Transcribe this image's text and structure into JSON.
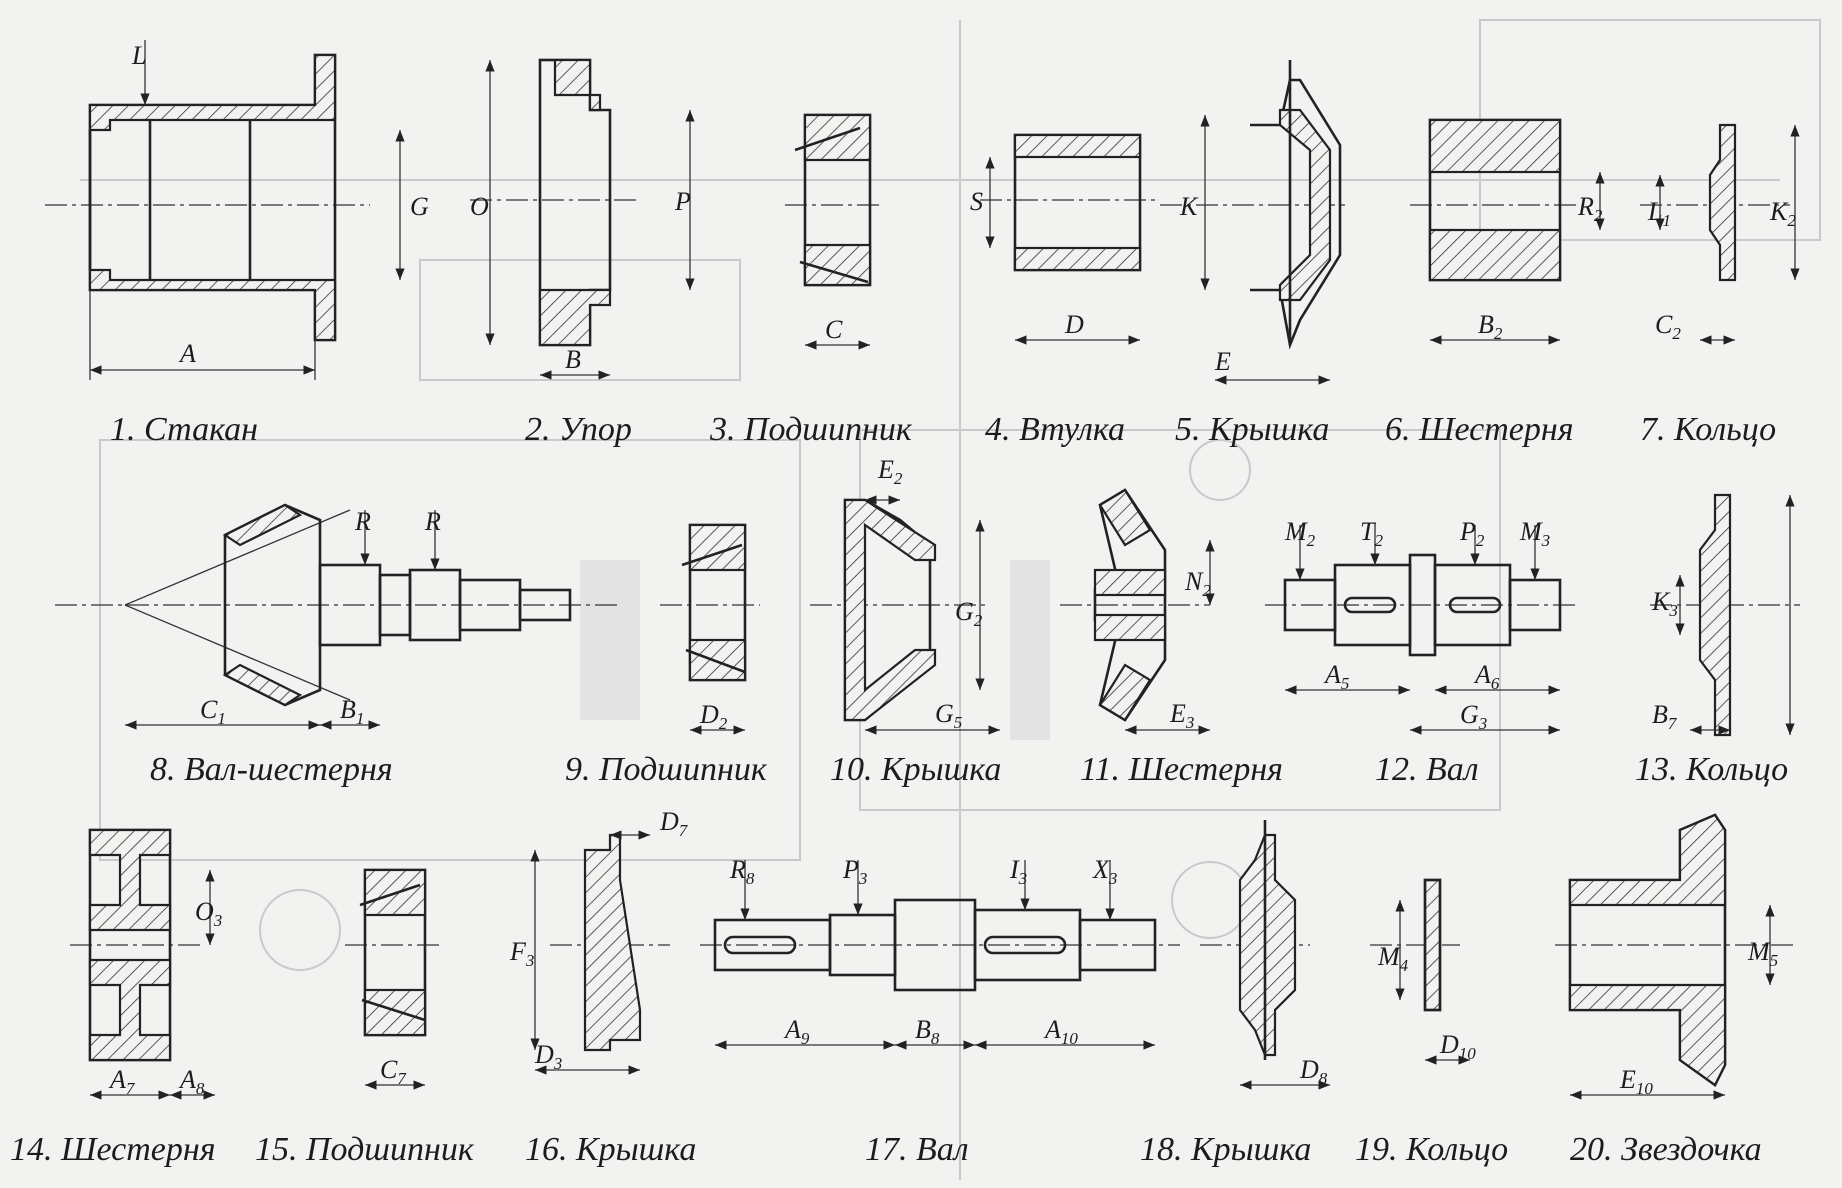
{
  "parts": [
    {
      "caption": "1. Стакан",
      "dims": {
        "L": "L",
        "G": "G",
        "A": "A"
      }
    },
    {
      "caption": "2. Упор",
      "dims": {
        "O": "O",
        "P": "P",
        "B": "B"
      }
    },
    {
      "caption": "3. Подшипник",
      "dims": {
        "C": "C"
      }
    },
    {
      "caption": "4. Втулка",
      "dims": {
        "S": "S",
        "D": "D"
      }
    },
    {
      "caption": "5. Крышка",
      "dims": {
        "K": "K",
        "E": "E"
      }
    },
    {
      "caption": "6. Шестерня",
      "dims": {
        "R2": "R",
        "R2_sub": "2",
        "B2": "B",
        "B2_sub": "2"
      }
    },
    {
      "caption": "7. Кольцо",
      "dims": {
        "L1": "L",
        "L1_sub": "1",
        "K2": "K",
        "K2_sub": "2",
        "C2": "C",
        "C2_sub": "2"
      }
    },
    {
      "caption": "8. Вал-шестерня",
      "dims": {
        "R_a": "R",
        "R_b": "R",
        "C1": "C",
        "C1_sub": "1",
        "B1": "B",
        "B1_sub": "1"
      }
    },
    {
      "caption": "9. Подшипник",
      "dims": {
        "D2": "D",
        "D2_sub": "2"
      }
    },
    {
      "caption": "10. Крышка",
      "dims": {
        "E2": "E",
        "E2_sub": "2",
        "G2": "G",
        "G2_sub": "2",
        "G5": "G",
        "G5_sub": "5"
      }
    },
    {
      "caption": "11. Шестерня",
      "dims": {
        "N2": "N",
        "N2_sub": "2",
        "E3": "E",
        "E3_sub": "3"
      }
    },
    {
      "caption": "12. Вал",
      "dims": {
        "M2": "M",
        "M2_sub": "2",
        "T2": "T",
        "T2_sub": "2",
        "P2": "P",
        "P2_sub": "2",
        "M3": "M",
        "M3_sub": "3",
        "A5": "A",
        "A5_sub": "5",
        "A6": "A",
        "A6_sub": "6",
        "G3": "G",
        "G3_sub": "3"
      }
    },
    {
      "caption": "13. Кольцо",
      "dims": {
        "K3": "K",
        "K3_sub": "3",
        "B7": "B",
        "B7_sub": "7"
      }
    },
    {
      "caption": "14. Шестерня",
      "dims": {
        "O3": "O",
        "O3_sub": "3",
        "A7": "A",
        "A7_sub": "7",
        "A8": "A",
        "A8_sub": "8"
      }
    },
    {
      "caption": "15. Подшипник",
      "dims": {
        "C7": "C",
        "C7_sub": "7"
      }
    },
    {
      "caption": "16. Крышка",
      "dims": {
        "D7": "D",
        "D7_sub": "7",
        "F3": "F",
        "F3_sub": "3",
        "D3": "D",
        "D3_sub": "3"
      }
    },
    {
      "caption": "17. Вал",
      "dims": {
        "R8": "R",
        "R8_sub": "8",
        "P3": "P",
        "P3_sub": "3",
        "I3": "I",
        "I3_sub": "3",
        "X3": "X",
        "X3_sub": "3",
        "A9": "A",
        "A9_sub": "9",
        "B8": "B",
        "B8_sub": "8",
        "A10": "A",
        "A10_sub": "10"
      }
    },
    {
      "caption": "18. Крышка",
      "dims": {
        "D8": "D",
        "D8_sub": "8"
      }
    },
    {
      "caption": "19. Кольцо",
      "dims": {
        "M4": "M",
        "M4_sub": "4",
        "D10": "D",
        "D10_sub": "10"
      }
    },
    {
      "caption": "20. Звездочка",
      "dims": {
        "M5": "M",
        "M5_sub": "5",
        "E10": "E",
        "E10_sub": "10"
      }
    }
  ]
}
